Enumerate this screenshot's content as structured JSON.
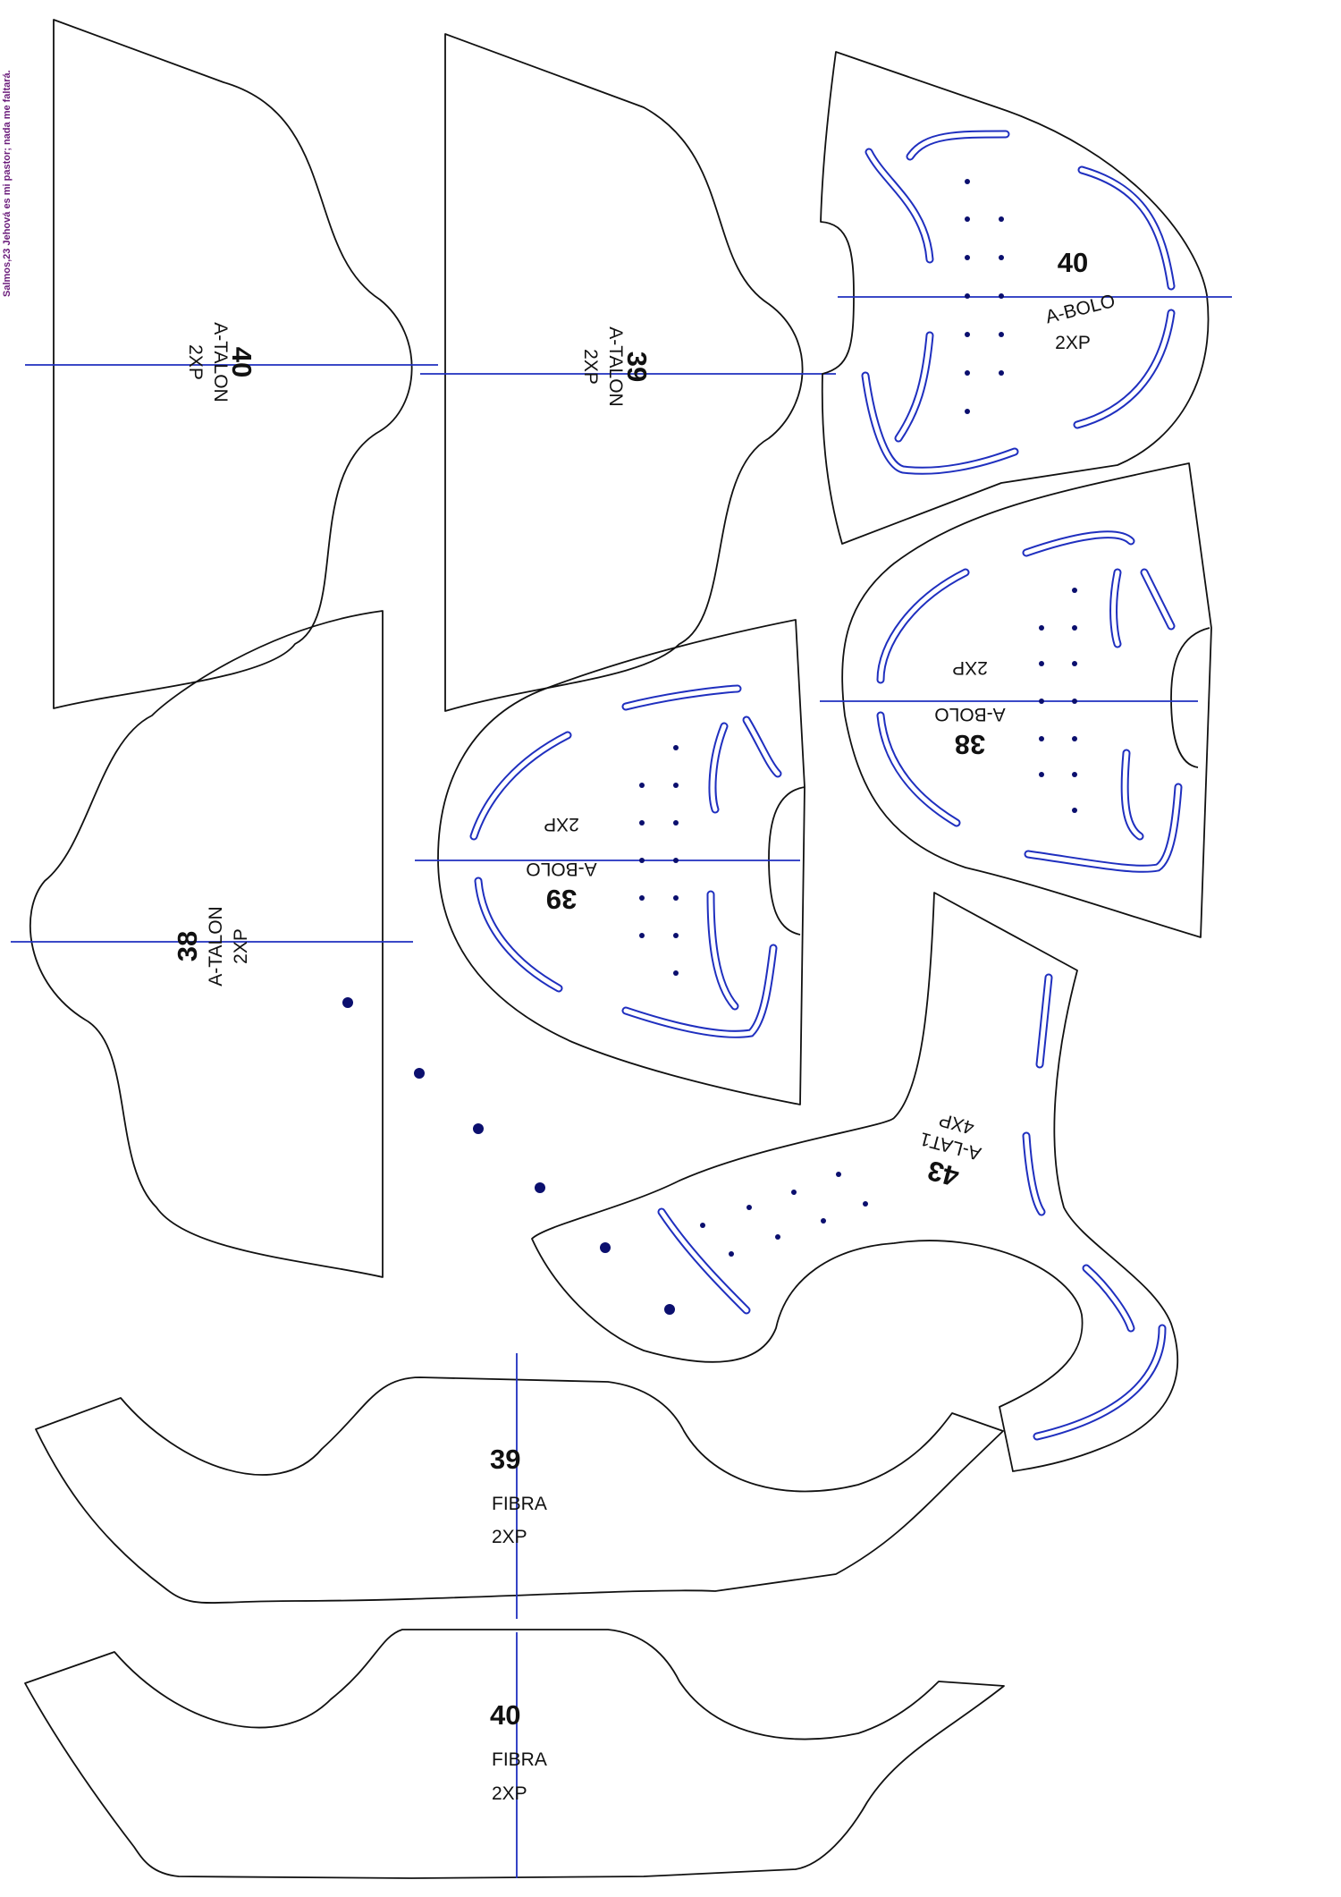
{
  "note": "Salmos,23 Jehová es mi pastor; nada me faltará.",
  "colors": {
    "outline": "#111111",
    "guide": "#1f2fbf",
    "punch": "#0b0f6e",
    "note": "#6a1b7a"
  },
  "pieces": {
    "talon40": {
      "size": "40",
      "name": "A-TALON",
      "qty": "2XP"
    },
    "talon39": {
      "size": "39",
      "name": "A-TALON",
      "qty": "2XP"
    },
    "talon38": {
      "size": "38",
      "name": "A-TALON",
      "qty": "2XP"
    },
    "bolo40": {
      "size": "40",
      "name": "A-BOLO",
      "qty": "2XP"
    },
    "bolo39": {
      "size": "39",
      "name": "A-BOLO",
      "qty": "2XP"
    },
    "bolo38": {
      "size": "38",
      "name": "A-BOLO",
      "qty": "2XP"
    },
    "lat43": {
      "size": "43",
      "name": "A-LAT1",
      "qty": "4XP"
    },
    "fibra39": {
      "size": "39",
      "name": "FIBRA",
      "qty": "2XP"
    },
    "fibra40": {
      "size": "40",
      "name": "FIBRA",
      "qty": "2XP"
    }
  }
}
